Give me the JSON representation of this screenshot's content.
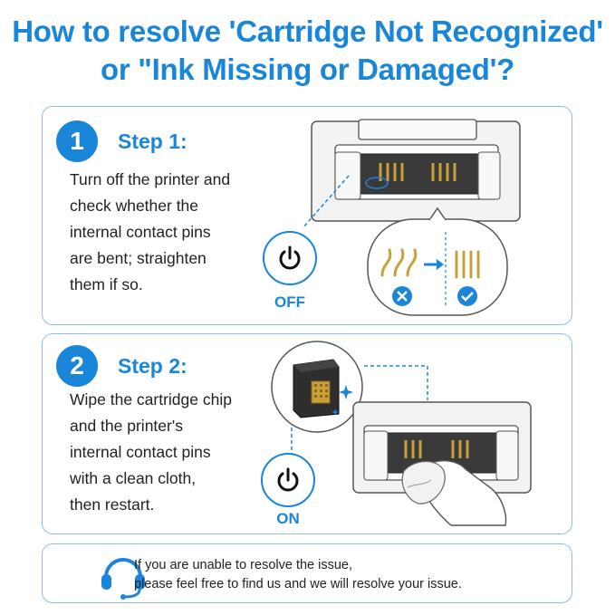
{
  "title": {
    "line1": "How to resolve 'Cartridge Not Recognized'",
    "line2": "or \"Ink Missing or Damaged'?"
  },
  "steps": [
    {
      "number": "1",
      "title": "Step 1:",
      "lines": [
        "Turn off the printer and",
        "check whether the",
        "internal contact pins",
        "are bent; straighten",
        "them if so."
      ],
      "power_label": "OFF"
    },
    {
      "number": "2",
      "title": "Step 2:",
      "lines": [
        "Wipe the cartridge chip",
        "and the printer's",
        "internal contact pins",
        "with a clean cloth,",
        "then restart."
      ],
      "power_label": "ON"
    }
  ],
  "help": {
    "line1": "If you are unable to resolve the issue,",
    "line2": "please feel free to find us and we will resolve your issue."
  },
  "colors": {
    "accent": "#1a86d9",
    "panel_border": "#8fbfe6",
    "pin_gold": "#c9a13b"
  },
  "icons": {
    "power": "power-icon",
    "headset": "headset-icon",
    "wrong": "x-circle-icon",
    "right": "check-circle-icon",
    "arrow": "arrow-right-icon"
  }
}
